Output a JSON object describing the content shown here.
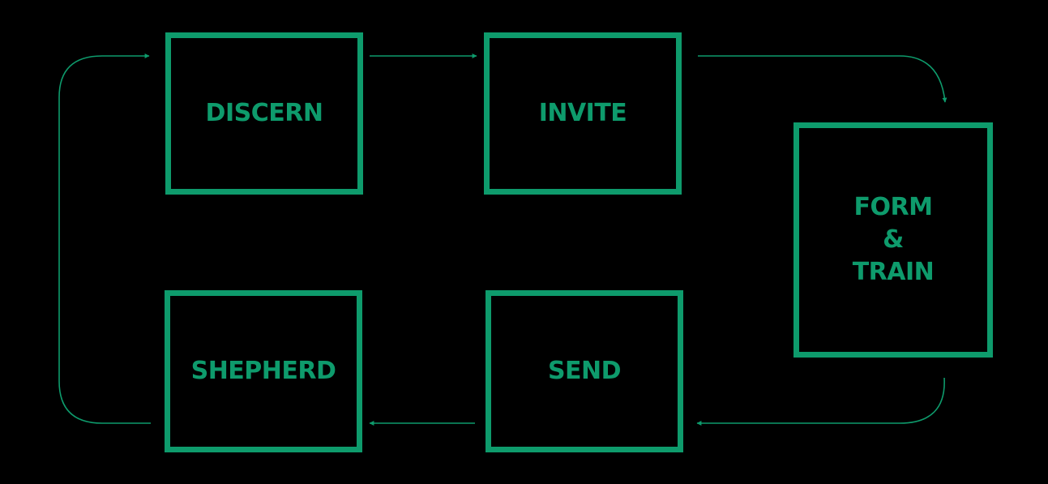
{
  "diagram": {
    "accent_color": "#0e9b6c",
    "background_color": "#000000",
    "nodes": [
      {
        "id": "discern",
        "label": "DISCERN"
      },
      {
        "id": "invite",
        "label": "INVITE"
      },
      {
        "id": "form-train",
        "label": "FORM\n&\nTRAIN"
      },
      {
        "id": "send",
        "label": "SEND"
      },
      {
        "id": "shepherd",
        "label": "SHEPHERD"
      }
    ],
    "edges": [
      {
        "from": "discern",
        "to": "invite"
      },
      {
        "from": "invite",
        "to": "form-train"
      },
      {
        "from": "form-train",
        "to": "send"
      },
      {
        "from": "send",
        "to": "shepherd"
      },
      {
        "from": "shepherd",
        "to": "discern"
      }
    ]
  }
}
